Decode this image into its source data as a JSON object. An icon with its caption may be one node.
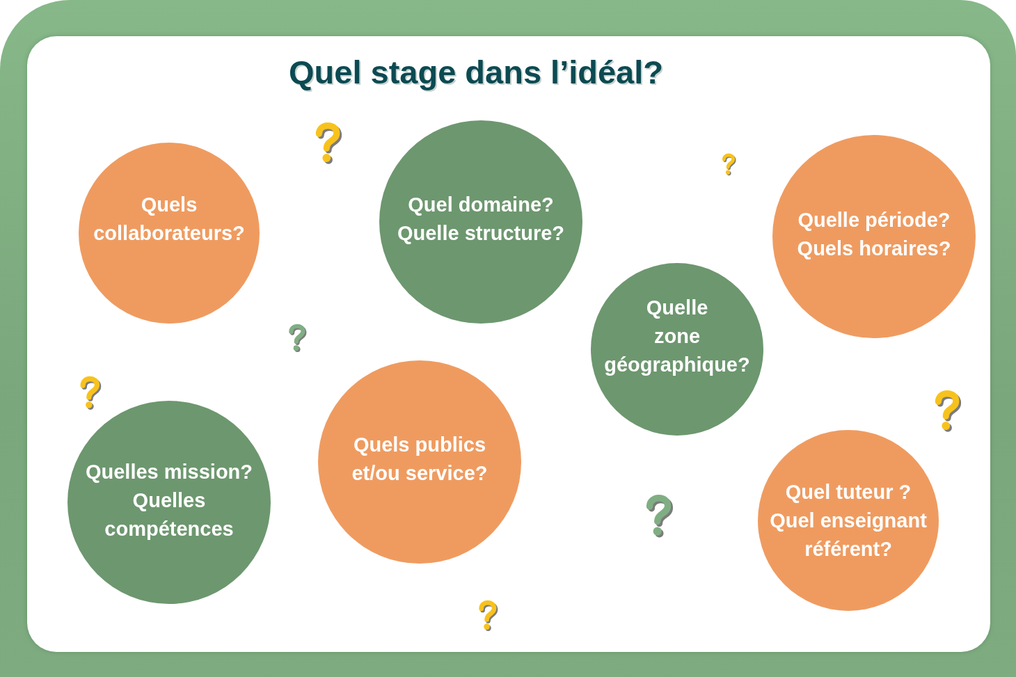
{
  "diagram": {
    "title": "Quel stage dans l’idéal?",
    "nodes": [
      {
        "text": [
          "Quels collaborateurs?"
        ]
      },
      {
        "text": [
          "Quel domaine? Quelle structure?"
        ]
      },
      {
        "text": [
          "Quelle période? Quels horaires?"
        ]
      },
      {
        "text": [
          "Quelle zone géographique?"
        ]
      },
      {
        "text": [
          "Quelles mission? Quelles compétences"
        ]
      },
      {
        "text": [
          "Quels publics et/ou service?"
        ]
      },
      {
        "text": [
          "Quel tuteur ? Quel enseignant référent?"
        ]
      }
    ]
  }
}
